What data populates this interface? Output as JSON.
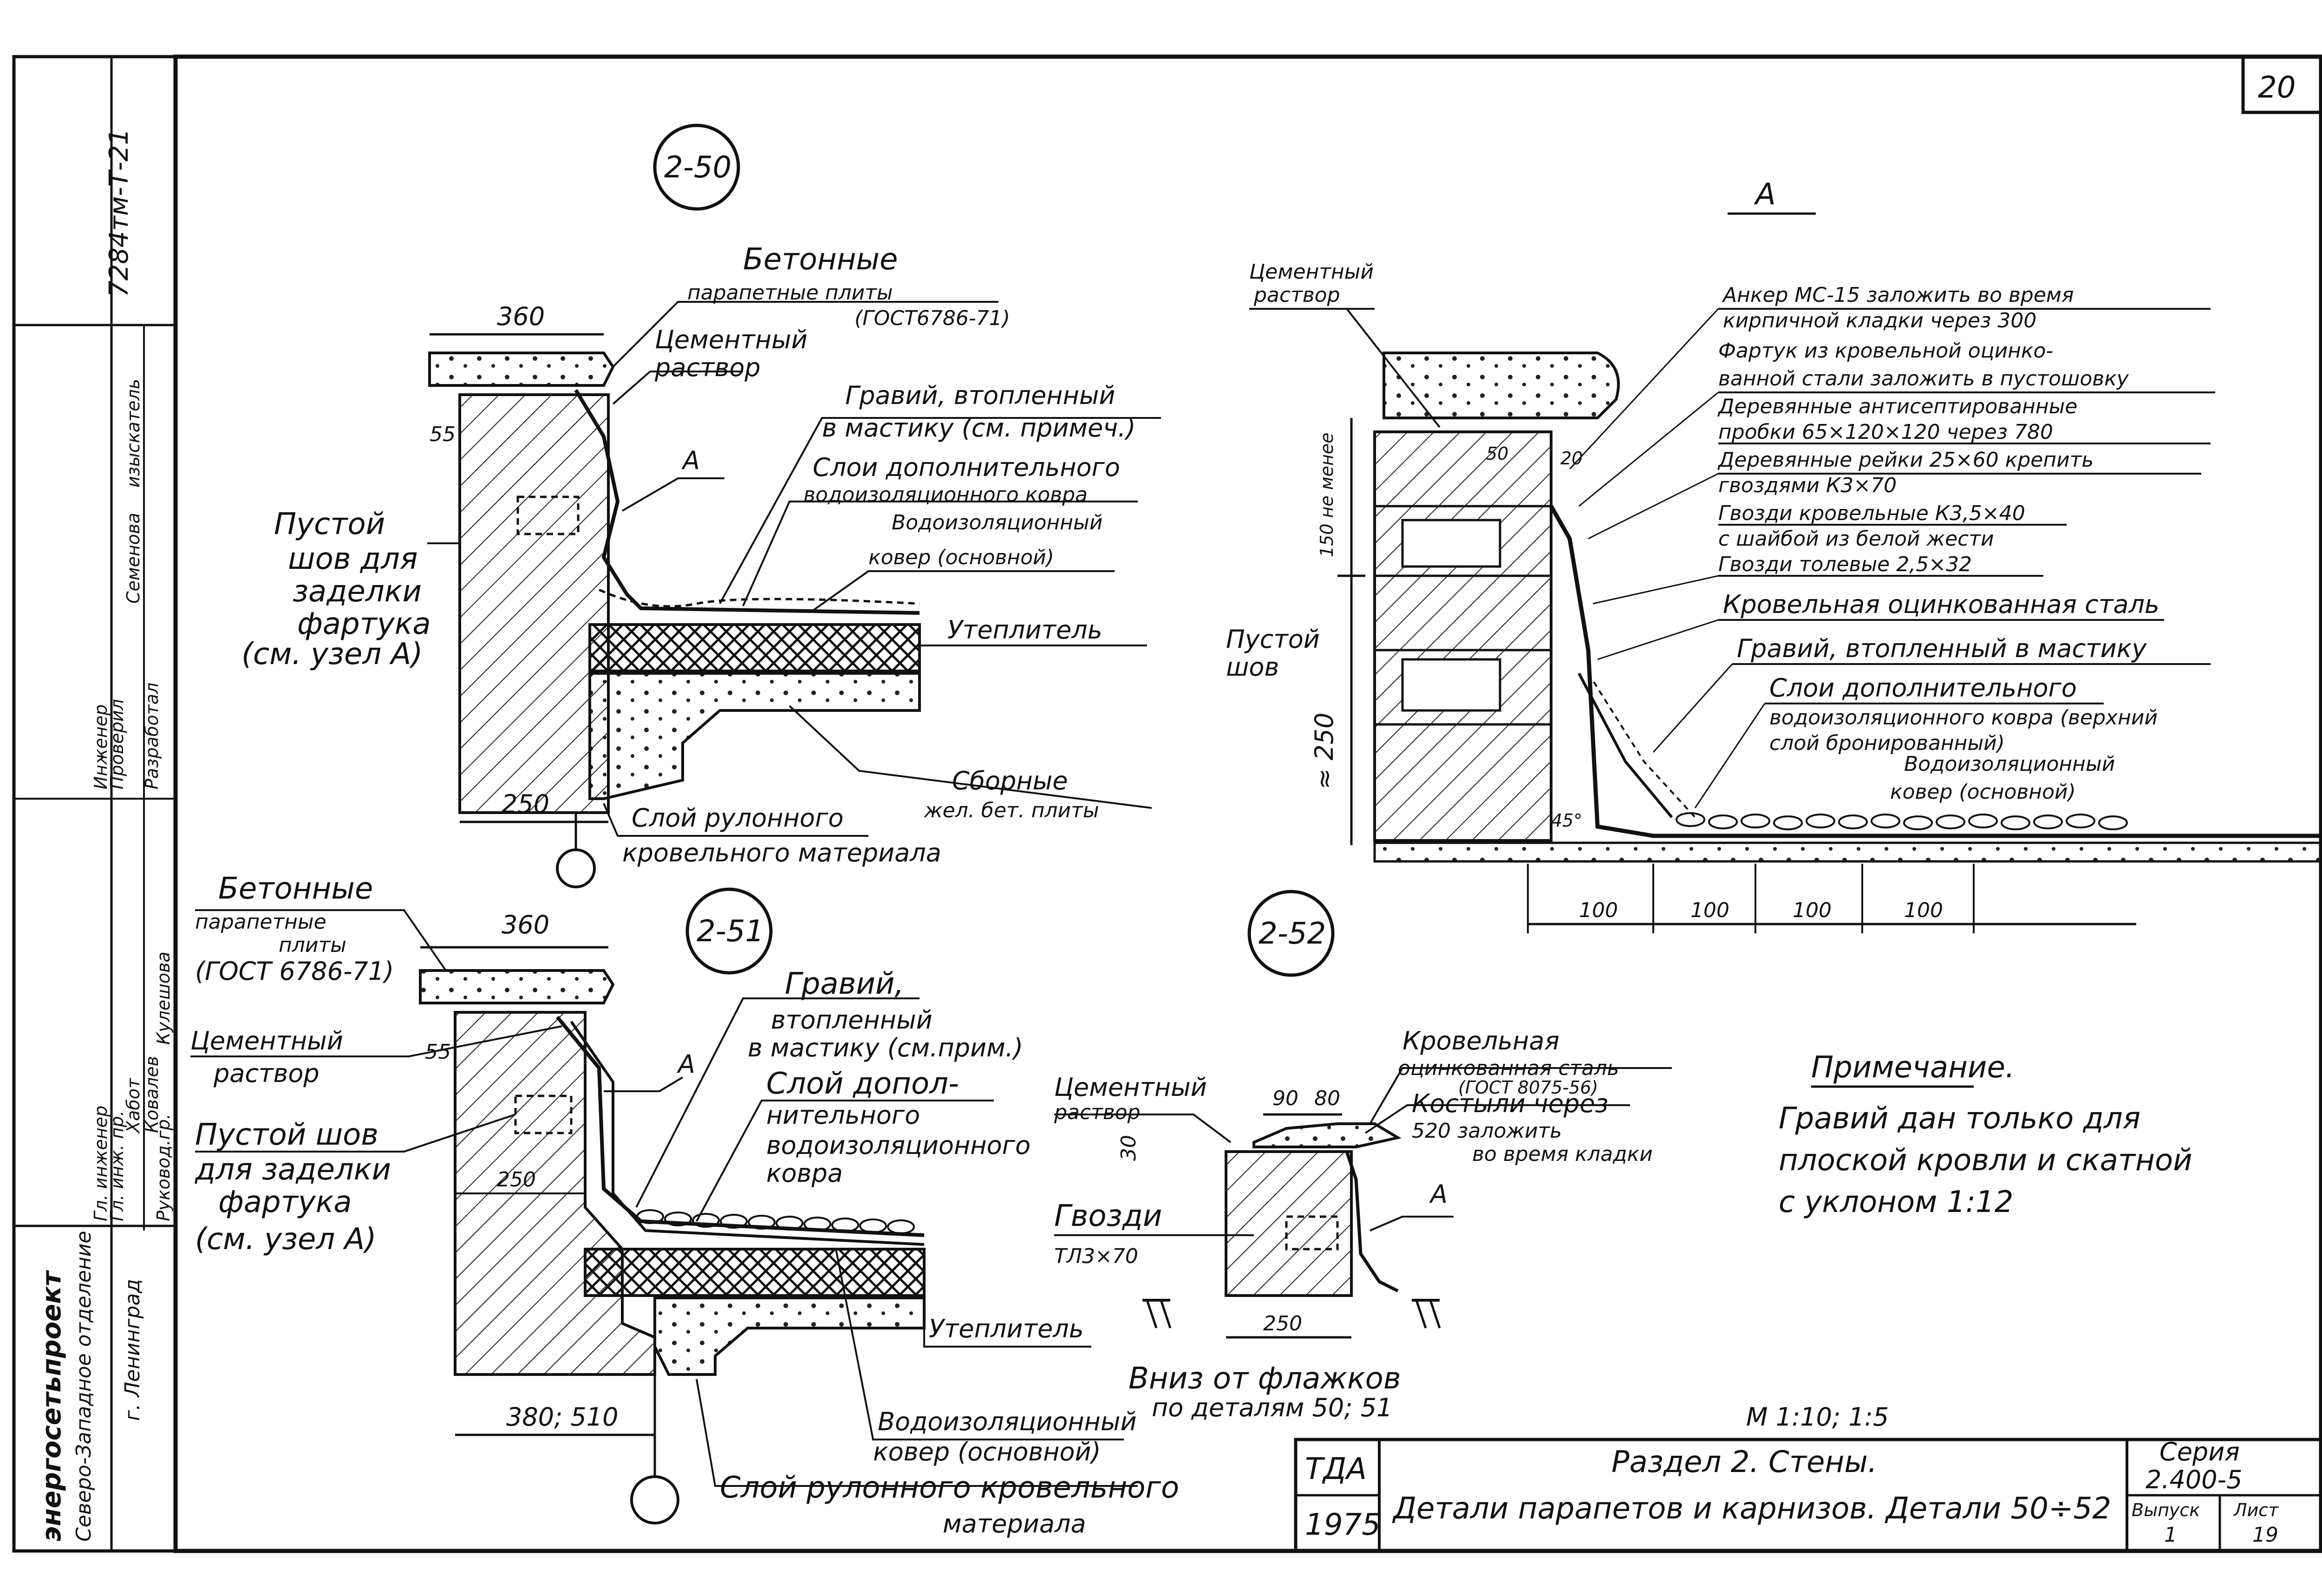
{
  "sheet": {
    "page_number": "20",
    "side_code": "7284тм-Т-21",
    "org_main": "энергосетьпроект",
    "org_branch": "Северо-Западное отделение",
    "org_city": "г. Ленинград",
    "stamp_rows": [
      {
        "role": "Гл. инженер",
        "name": "Хабот"
      },
      {
        "role": "Гл. инж. пр.",
        "name": "Ковалев"
      },
      {
        "role": "Руковод.гр.",
        "name": "Кулешова"
      },
      {
        "role": "Инженер",
        "name": "Семенова"
      }
    ],
    "stamp_extra": [
      "Проверил",
      "Разработал",
      "изыскатель"
    ]
  },
  "node_250": {
    "tag": "2-50",
    "dim_top": "360",
    "dim_55": "55",
    "dim_bottom": "250",
    "label_concrete_slabs": "Бетонные",
    "label_concrete_slabs_2": "парапетные плиты",
    "label_concrete_slabs_3": "(ГОСТ6786-71)",
    "label_cement": "Цементный",
    "label_cement_2": "раствор",
    "label_gravel": "Гравий, втопленный",
    "label_gravel_2": "в мастику (см. примеч.)",
    "label_marker_a": "А",
    "label_extra_layer": "Слои дополнительного",
    "label_extra_layer_2": "водоизоляционного ковра",
    "label_main_carpet": "Водоизоляционный",
    "label_main_carpet_2": "ковер (основной)",
    "label_insulation": "Утеплитель",
    "label_empty_joint": "Пустой",
    "label_empty_joint_2": "шов для",
    "label_empty_joint_3": "заделки",
    "label_empty_joint_4": "фартука",
    "label_empty_joint_5": "(см. узел А)",
    "label_prefab": "Сборные",
    "label_prefab_2": "жел. бет. плиты",
    "label_roll": "Слой рулонного",
    "label_roll_2": "кровельного материала"
  },
  "node_a": {
    "title": "А",
    "label_cement": "Цементный",
    "label_cement_2": "раствор",
    "note_lines": [
      "Анкер МС-15 заложить во время",
      "кирпичной кладки через 300",
      "Фартук из кровельной оцинко-",
      "ванной стали заложить в пустошовку",
      "Деревянные антисептированные",
      "пробки 65×120×120 через 780",
      "Деревянные рейки 25×60 крепить",
      "гвоздями К3×70",
      "Гвозди кровельные К3,5×40",
      "с шайбой из белой жести",
      "Гвозди толевые 2,5×32",
      "Кровельная оцинкованная сталь",
      "Гравий, втопленный в мастику",
      "Слои дополнительного",
      "водоизоляционного ковра (верхний",
      "слой бронированный)",
      "Водоизоляционный",
      "ковер (основной)"
    ],
    "label_empty_joint": "Пустой",
    "label_empty_joint_2": "шов",
    "dim_150": "150 не менее",
    "dim_250": "≈ 250",
    "dim_50": "50",
    "dim_20": "20",
    "dim_angle": "45°",
    "dims_bottom": [
      "100",
      "100",
      "100",
      "100"
    ]
  },
  "node_251": {
    "tag": "2-51",
    "dim_top": "360",
    "dim_55": "55",
    "dim_250": "250",
    "dim_bottom": "380; 510",
    "label_concrete_slabs": "Бетонные",
    "label_concrete_slabs_2": "парапетные",
    "label_concrete_slabs_3": "плиты",
    "label_concrete_slabs_4": "(ГОСТ 6786-71)",
    "label_cement": "Цементный",
    "label_cement_2": "раствор",
    "label_empty_joint": "Пустой шов",
    "label_empty_joint_2": "для заделки",
    "label_empty_joint_3": "фартука",
    "label_empty_joint_4": "(см. узел А)",
    "label_gravel": "Гравий,",
    "label_gravel_2": "втопленный",
    "label_gravel_3": "в мастику (см.прим.)",
    "label_marker_a": "А",
    "label_extra_layer": "Слой допол-",
    "label_extra_layer_2": "нительного",
    "label_extra_layer_3": "водоизоляционного",
    "label_extra_layer_4": "ковра",
    "label_insulation": "Утеплитель",
    "label_main_carpet": "Водоизоляционный",
    "label_main_carpet_2": "ковер (основной)",
    "label_roll": "Слой рулонного кровельного",
    "label_roll_2": "материала"
  },
  "node_252": {
    "tag": "2-52",
    "dim_90": "90",
    "dim_80": "80",
    "dim_30": "30",
    "dim_250": "250",
    "label_cement": "Цементный",
    "label_cement_2": "раствор",
    "label_steel": "Кровельная",
    "label_steel_2": "оцинкованная сталь",
    "label_steel_3": "(ГОСТ 8075-56)",
    "label_crutches": "Костыли через",
    "label_crutches_2": "520 заложить",
    "label_crutches_3": "во время кладки",
    "label_nails": "Гвозди",
    "label_nails_2": "ТЛ3×70",
    "label_marker_a": "А",
    "label_down": "Вниз от флажков",
    "label_down_2": "по деталям 50; 51"
  },
  "note": {
    "title": "Примечание.",
    "lines": [
      "Гравий дан только для",
      "плоской кровли и скатной",
      "с уклоном 1:12"
    ]
  },
  "scale": "М 1:10; 1:5",
  "titleblock": {
    "org_short": "ТДА",
    "year": "1975",
    "title_1": "Раздел 2. Стены.",
    "title_2": "Детали парапетов и карнизов. Детали 50÷52",
    "series_label": "Серия",
    "series_value": "2.400-5",
    "issue_label": "Выпуск",
    "issue_value": "1",
    "sheet_label": "Лист",
    "sheet_value": "19"
  }
}
